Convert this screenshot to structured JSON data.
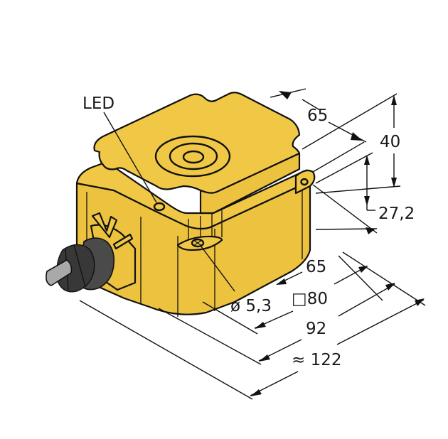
{
  "diagram": {
    "subject": "Inductive sensor housing, dimension drawing",
    "colors": {
      "housing": "#f0c846",
      "gland": "#4a4a4a",
      "cable": "#a9a9a9",
      "lines": "#111111",
      "background": "#ffffff"
    },
    "labels": {
      "led": "LED",
      "top_width": "65",
      "height_total": "40",
      "height_mount": "27,2",
      "mount_spacing": "65",
      "hole_diameter": "ø 5,3",
      "square_size": "□80",
      "overall_width": "92",
      "overall_length": "≈ 122"
    }
  }
}
